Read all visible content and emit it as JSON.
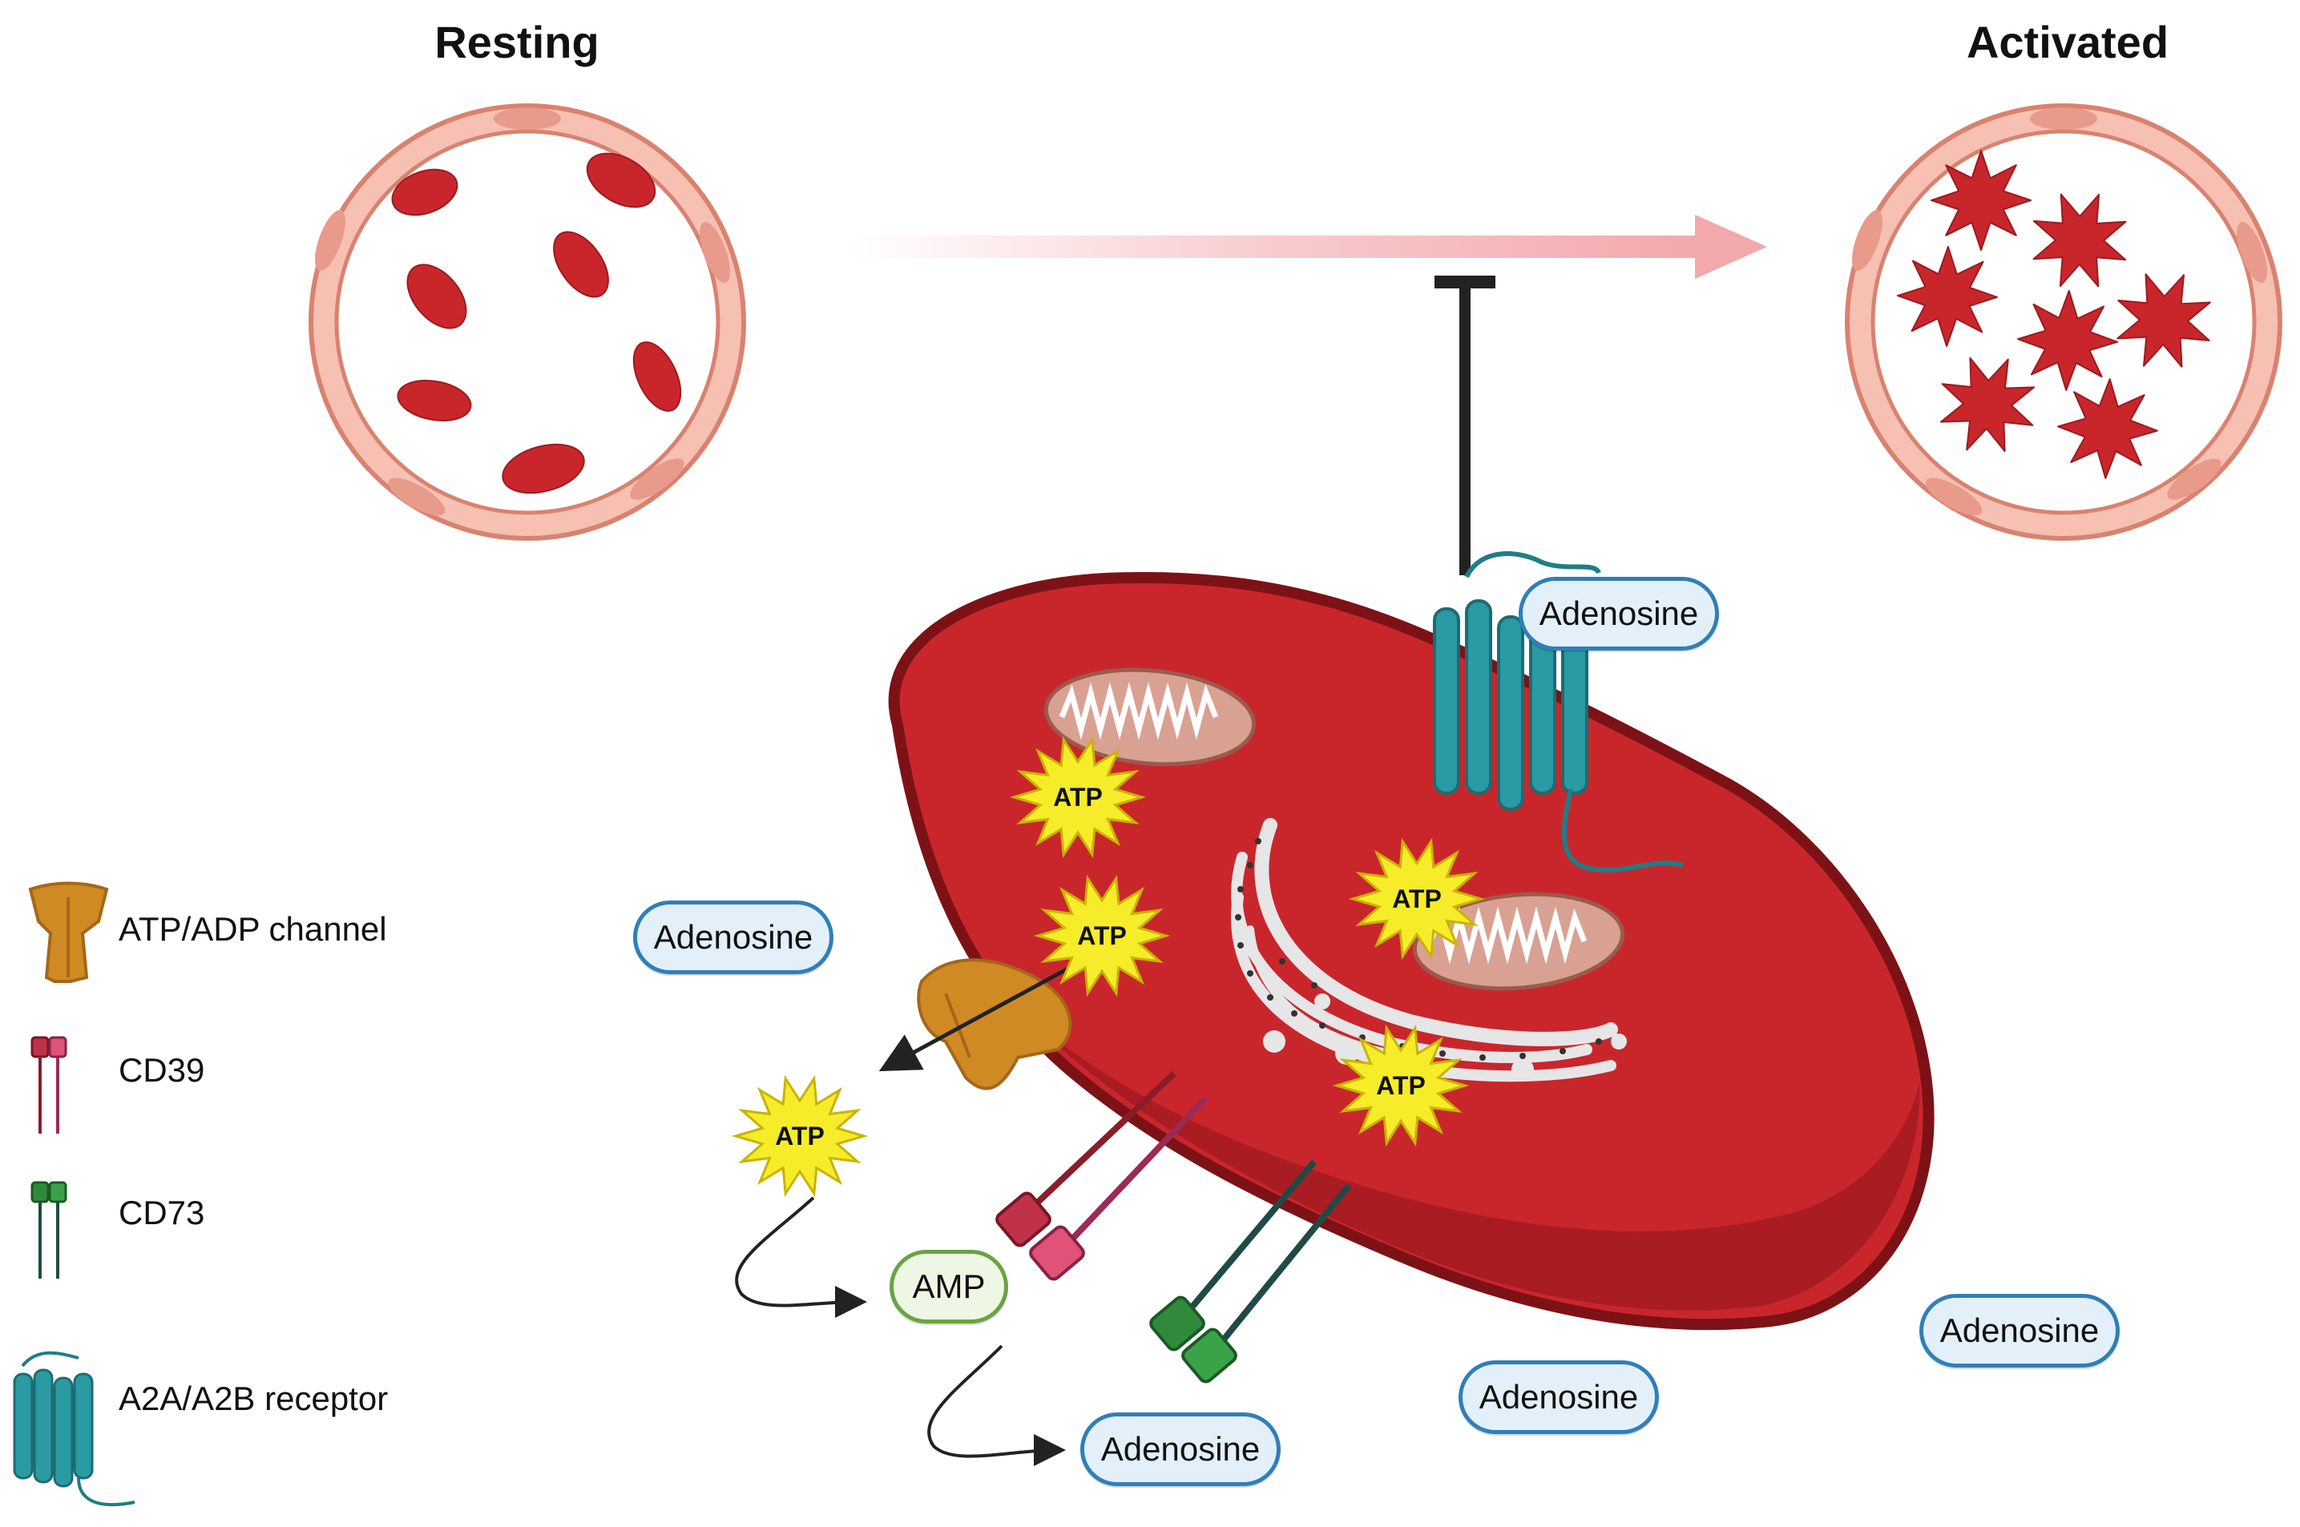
{
  "titles": {
    "resting": "Resting",
    "activated": "Activated"
  },
  "labels": {
    "adenosine": "Adenosine",
    "amp": "AMP",
    "atp": "ATP"
  },
  "legend": [
    {
      "icon": "atp-adp-channel-icon",
      "label": "ATP/ADP channel"
    },
    {
      "icon": "cd39-icon",
      "label": "CD39"
    },
    {
      "icon": "cd73-icon",
      "label": "CD73"
    },
    {
      "icon": "a2a-a2b-receptor-icon",
      "label": "A2A/A2B receptor"
    }
  ],
  "colors": {
    "platelet": "#c9262c",
    "platelet_edge": "#7d1216",
    "vessel_wall": "#f3b3a4",
    "vessel_edge": "#d9826f",
    "channel": "#d08a23",
    "cd39": "#c0324a",
    "cd73": "#2f8a3c",
    "receptor": "#2a9aa3",
    "atp_burst": "#f7ec2a",
    "adenosine_border": "#2f7fb8",
    "amp_border": "#6aa343",
    "arrow": "#f3a8ac"
  }
}
